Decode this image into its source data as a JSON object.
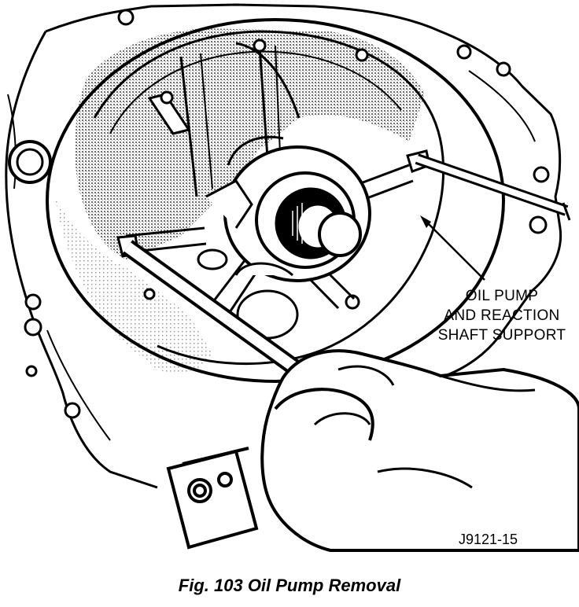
{
  "figure": {
    "callout_lines": [
      "OIL PUMP",
      "AND REACTION",
      "SHAFT SUPPORT"
    ],
    "figure_id": "J9121-15",
    "caption": "Fig. 103 Oil Pump Removal"
  },
  "colors": {
    "ink": "#000000",
    "shade": "#8a8a8a",
    "paper": "#ffffff"
  }
}
